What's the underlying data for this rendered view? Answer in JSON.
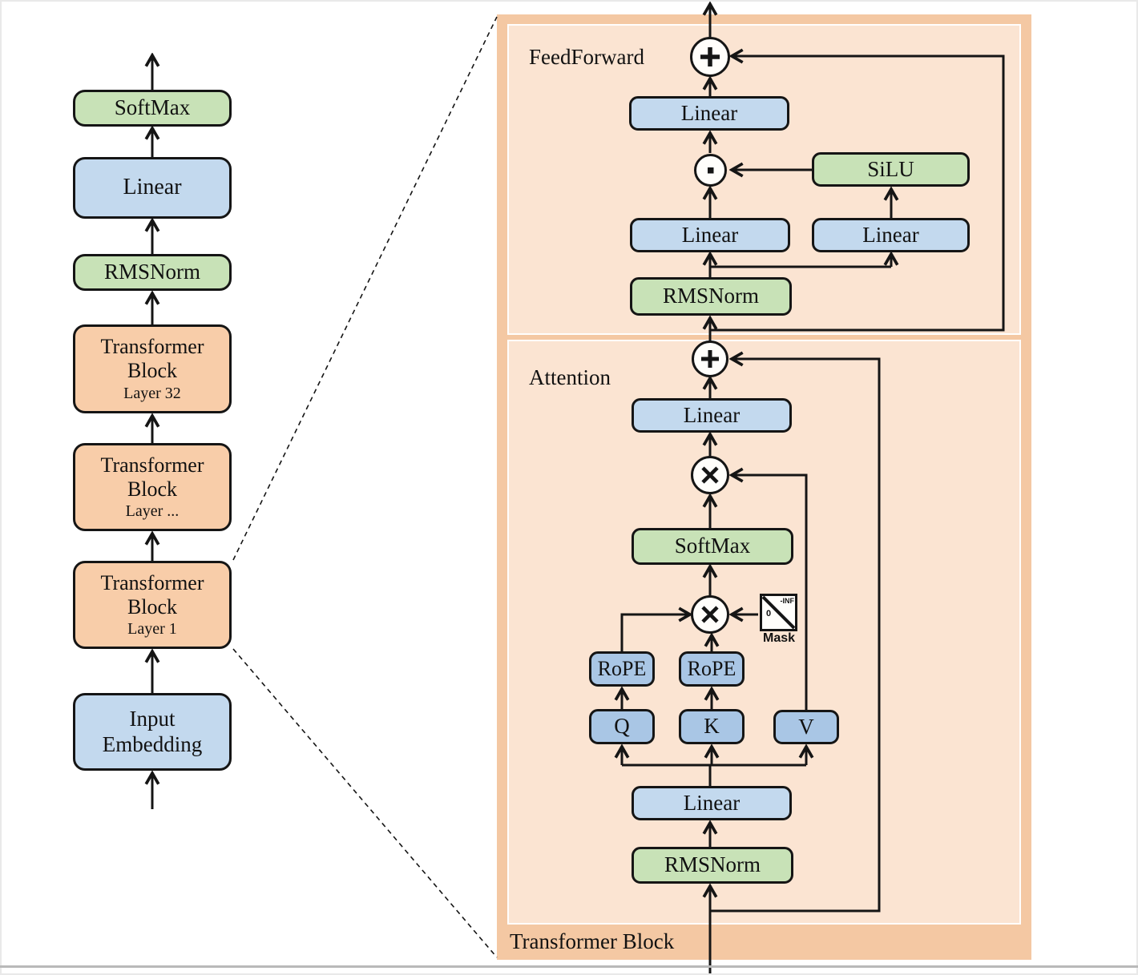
{
  "colors": {
    "orange-block": "#f8cda9",
    "blue-block": "#c3d9ee",
    "green-block": "#c8e2b7",
    "qkv-block": "#a9c6e5",
    "panel-outer": "#f4c8a3",
    "panel-inner": "#fbe4d2"
  },
  "left_column": {
    "softmax": "SoftMax",
    "linear": "Linear",
    "rmsnorm": "RMSNorm",
    "transformer_word": "Transformer",
    "block_word": "Block",
    "layer32": "Layer 32",
    "layer_mid": "Layer ...",
    "layer1": "Layer 1",
    "input_line1": "Input",
    "input_line2": "Embedding"
  },
  "panel": {
    "title": "Transformer Block",
    "feedforward": {
      "label": "FeedForward",
      "linear_out": "Linear",
      "silu": "SiLU",
      "linear_gate": "Linear",
      "linear_up": "Linear",
      "rmsnorm": "RMSNorm"
    },
    "attention": {
      "label": "Attention",
      "linear_o": "Linear",
      "softmax": "SoftMax",
      "mask_label": "Mask",
      "mask_top": "-INF",
      "mask_bottom": "0",
      "rope_q": "RoPE",
      "rope_k": "RoPE",
      "q": "Q",
      "k": "K",
      "v": "V",
      "linear_qkv": "Linear",
      "rmsnorm": "RMSNorm"
    }
  }
}
